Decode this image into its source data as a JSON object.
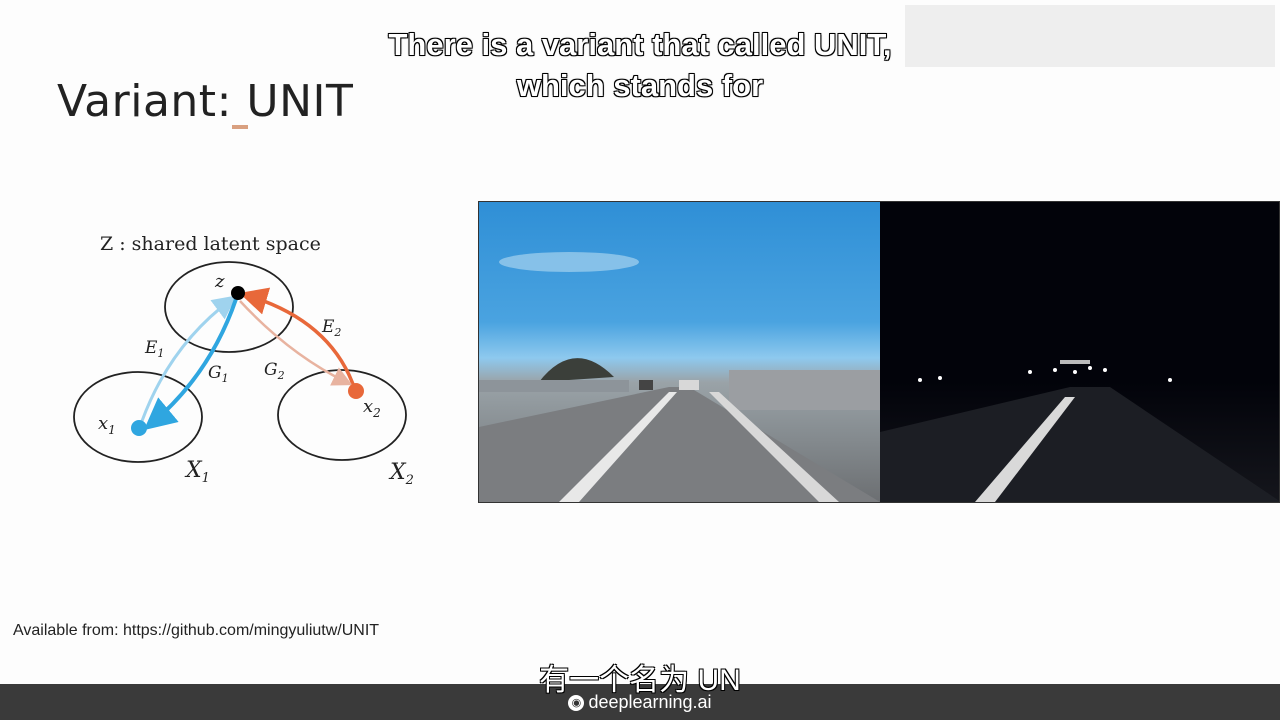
{
  "slide": {
    "title": "Variant: UNIT",
    "source": "Available from: https://github.com/mingyuliutw/UNIT"
  },
  "diagram": {
    "shared_space_label": "Z : shared latent space",
    "z": "z",
    "x1": "x",
    "x1_sub": "1",
    "x2": "x",
    "x2_sub": "2",
    "domain1": "X",
    "domain1_sub": "1",
    "domain2": "X",
    "domain2_sub": "2",
    "e1": "E",
    "e1_sub": "1",
    "g1": "G",
    "g1_sub": "1",
    "e2": "E",
    "e2_sub": "2",
    "g2": "G",
    "g2_sub": "2",
    "colors": {
      "blue": "#2fa6e0",
      "orange": "#e8683a",
      "light_blue": "#9fd3ee",
      "light_orange": "#e8b3a0"
    }
  },
  "captions": {
    "english_line1": "There is a variant that called UNIT,",
    "english_line2": "which stands for",
    "chinese": "有一个名为 UN"
  },
  "footer": {
    "brand": "deeplearning.ai",
    "brand_icon": "deeplearning-logo-icon"
  }
}
